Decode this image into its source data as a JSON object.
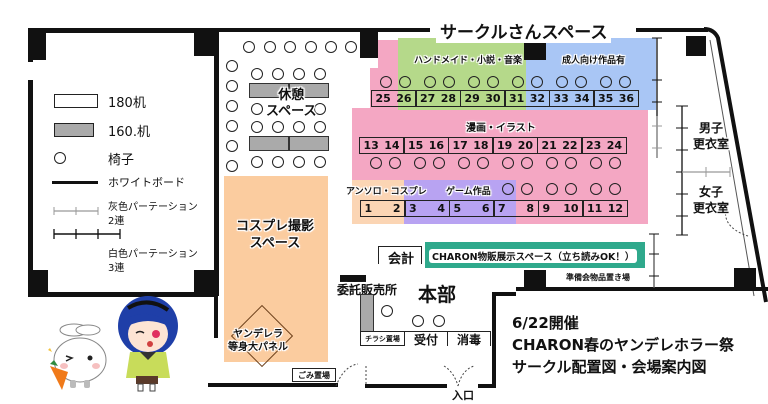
{
  "title": {
    "line1": "6/22開催",
    "line2": "CHARON春のヤンデレホラー祭",
    "line3": "サークル配置図・会場案内図"
  },
  "legend": {
    "table_180": "180机",
    "table_160": "160.机",
    "chair": "椅子",
    "whiteboard": "ホワイトボード",
    "gray_partition_line1": "灰色パーテーション",
    "gray_partition_line2": "2連",
    "white_partition_line1": "白色パーテーション",
    "white_partition_line2": "3連"
  },
  "areas": {
    "circle_space": "サークルさんスペース",
    "rest_space_line1": "休憩",
    "rest_space_line2": "スペース",
    "cosplay_line1": "コスプレ撮影",
    "cosplay_line2": "スペース",
    "panel_line1": "ヤンデレラ",
    "panel_line2": "等身大パネル",
    "trash": "ごみ置場",
    "consignment": "委託販売所",
    "hq": "本部",
    "flyers": "チラシ置場",
    "reception": "受付",
    "disinfect": "消毒",
    "entrance": "入口",
    "accounting": "会計",
    "charon_display": "CHARON物販展示スペース（立ち読みOK！）",
    "storage": "準備会物品置き場",
    "male_changing_line1": "男子",
    "male_changing_line2": "更衣室",
    "female_changing_line1": "女子",
    "female_changing_line2": "更衣室"
  },
  "genres": {
    "handmade": "ハンドメイド・小説・音楽",
    "adult": "成人向け作品有",
    "manga": "漫画・イラスト",
    "anthology": "アンソロ・コスプレ",
    "game": "ゲーム作品"
  },
  "colors": {
    "pink": "#f4a7c3",
    "green": "#b5d98a",
    "blue": "#a9c6f5",
    "purple": "#b8a3f2",
    "peach": "#fbd5b4",
    "cosplay": "#fbcc9f",
    "teal": "#2fa98c"
  },
  "booths": {
    "row_top": [
      [
        "25",
        "26"
      ],
      [
        "27",
        "28"
      ],
      [
        "29",
        "30"
      ],
      [
        "31",
        "32"
      ],
      [
        "33",
        "34"
      ],
      [
        "35",
        "36"
      ]
    ],
    "row_mid": [
      [
        "13",
        "14"
      ],
      [
        "15",
        "16"
      ],
      [
        "17",
        "18"
      ],
      [
        "19",
        "20"
      ],
      [
        "21",
        "22"
      ],
      [
        "23",
        "24"
      ]
    ],
    "row_bottom": [
      [
        "1",
        "2"
      ],
      [
        "3",
        "4"
      ],
      [
        "5",
        "6"
      ],
      [
        "7",
        "8"
      ],
      [
        "9",
        "10"
      ],
      [
        "11",
        "12"
      ]
    ]
  }
}
